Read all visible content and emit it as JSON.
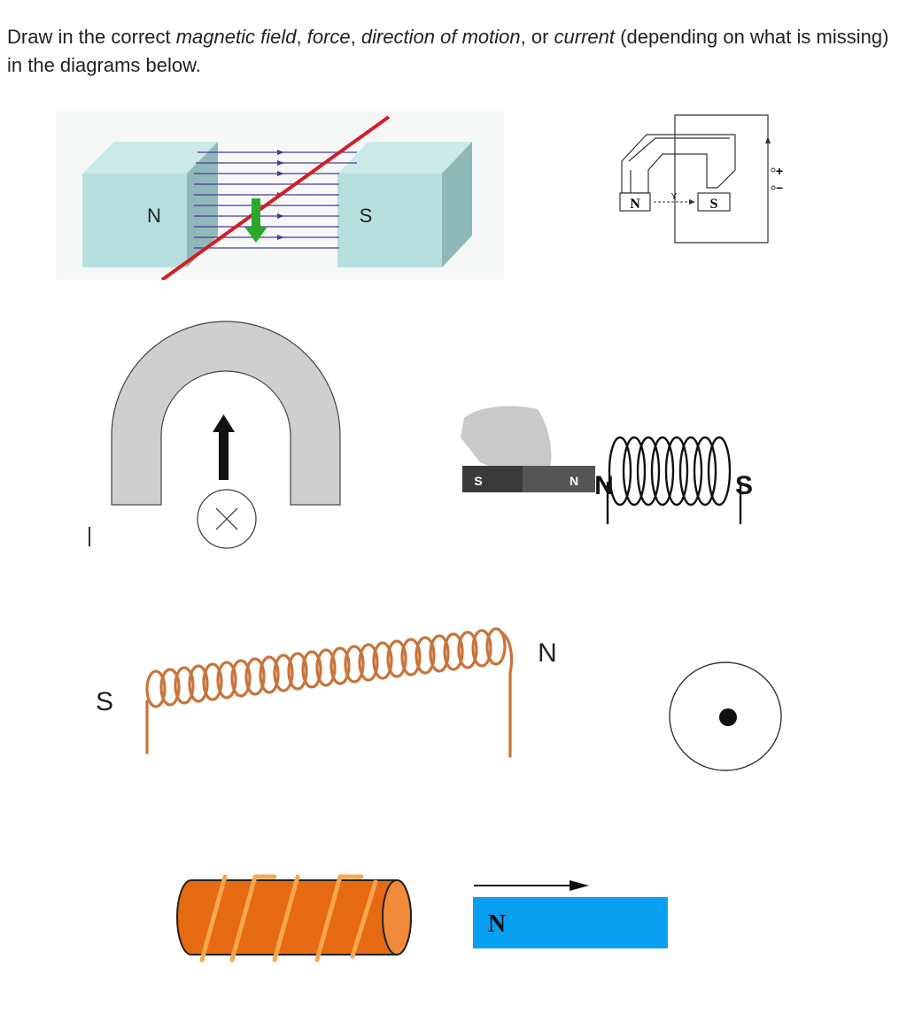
{
  "instruction": {
    "part1": "Draw in the correct ",
    "term1": "magnetic field",
    "sep1": ", ",
    "term2": "force",
    "sep2": ", ",
    "term3": "direction of motion",
    "sep3": ", or ",
    "term4": "current",
    "part2": " (depending on what is missing) in the diagrams below."
  },
  "diagram_bar_magnets": {
    "left_pole": "N",
    "right_pole": "S"
  },
  "diagram_horseshoe_circuit": {
    "left_pole": "N",
    "right_pole": "S",
    "gap_label": "Y",
    "plus": "+",
    "minus": "–"
  },
  "diagram_coil_hand": {
    "magnet_left": "S",
    "magnet_right": "N",
    "coil_left": "N",
    "coil_right": "S"
  },
  "diagram_long_coil": {
    "left_label": "S",
    "right_label": "N"
  },
  "diagram_bar_motion": {
    "pole": "N"
  },
  "colors": {
    "magnet_face": "#b7dfe0",
    "magnet_top": "#cbe9e7",
    "magnet_side": "#8fb9b9",
    "field_line": "#4a3a9a",
    "wire_red": "#d21f26",
    "force_green": "#2aa82a",
    "copper": "#c8743a",
    "rod_orange": "#e56a12",
    "blue_bar": "#0aa0f2",
    "horseshoe_gray": "#cfcfcf"
  }
}
